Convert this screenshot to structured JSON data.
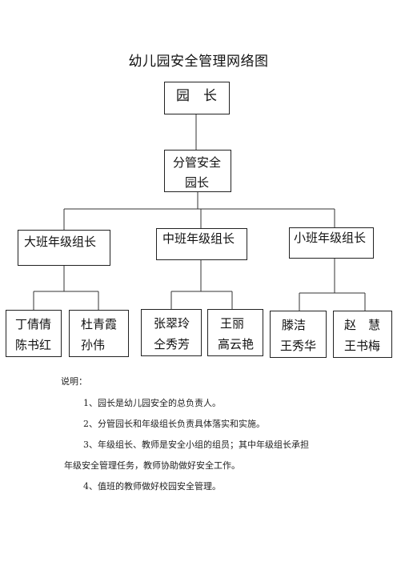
{
  "title": "幼儿园安全管理网络图",
  "nodes": {
    "principal": "园　长",
    "vice": {
      "line1": "分管安全",
      "line2": "园长"
    },
    "group_heads": [
      "大班年级组长",
      "中班年级组长",
      "小班年级组长"
    ],
    "teachers": [
      {
        "line1": "丁倩倩",
        "line2": "陈书红"
      },
      {
        "line1": "杜青霞",
        "line2": "孙伟"
      },
      {
        "line1": "张翠玲",
        "line2": "仝秀芳"
      },
      {
        "line1": "王丽",
        "line2": "高云艳"
      },
      {
        "line1": "滕洁",
        "line2": "王秀华"
      },
      {
        "line1": "赵　慧",
        "line2": "王书梅"
      }
    ]
  },
  "notes": {
    "heading": "说明：",
    "items": [
      "1、园长是幼儿园安全的总负责人。",
      "2、分管园长和年级组长负责具体落实和实施。",
      "3、年级组长、教师是安全小组的组员；其中年级组长承担",
      "年级安全管理任务，教师协助做好安全工作。",
      "4、值班的教师做好校园安全管理。"
    ]
  }
}
